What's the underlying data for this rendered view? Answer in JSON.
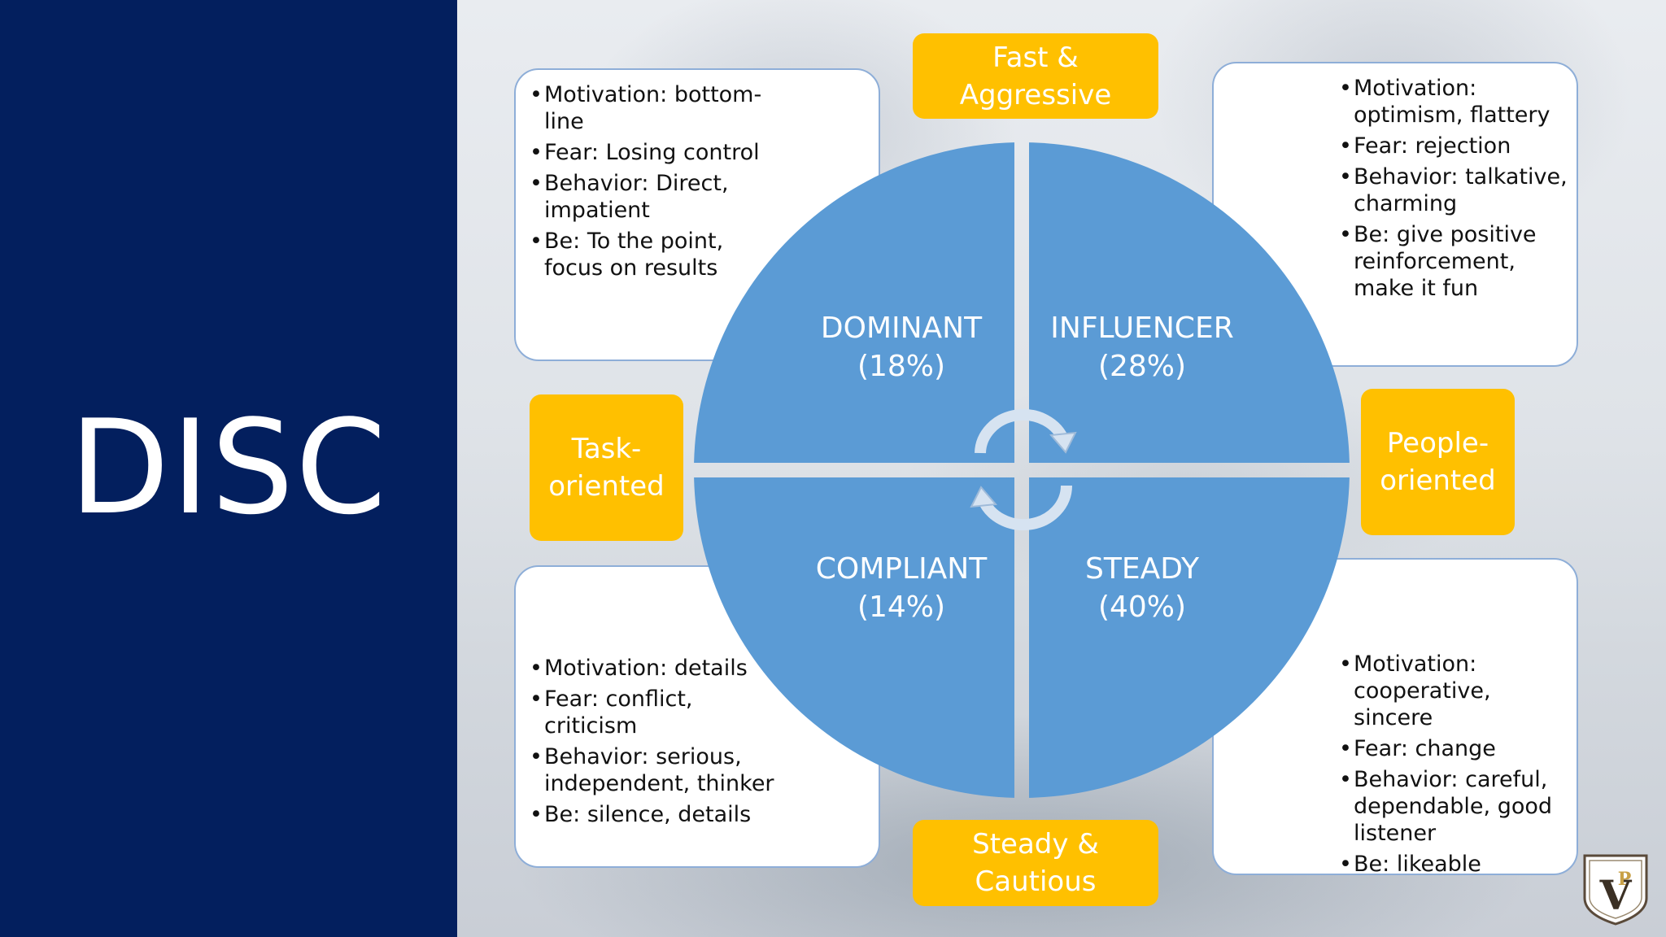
{
  "title": "DISC",
  "tags": {
    "top": "Fast &\nAggressive",
    "bottom": "Steady &\nCautious",
    "left": "Task-\noriented",
    "right": "People-\noriented"
  },
  "quadrants": {
    "dominant": {
      "name": "DOMINANT",
      "pct": "(18%)"
    },
    "influencer": {
      "name": "INFLUENCER",
      "pct": "(28%)"
    },
    "compliant": {
      "name": "COMPLIANT",
      "pct": "(14%)"
    },
    "steady": {
      "name": "STEADY",
      "pct": "(40%)"
    }
  },
  "boxes": {
    "top_left": [
      "Motivation: bottom-line",
      "Fear: Losing control",
      "Behavior: Direct, impatient",
      "Be: To the point, focus on results"
    ],
    "top_right": [
      "Motivation: optimism, flattery",
      "Fear: rejection",
      "Behavior: talkative, charming",
      "Be: give positive reinforcement, make it fun"
    ],
    "bottom_left": [
      "Motivation: details",
      "Fear: conflict, criticism",
      "Behavior: serious, independent, thinker",
      "Be: silence, details"
    ],
    "bottom_right": [
      "Motivation: cooperative, sincere",
      "Fear: change",
      "Behavior: careful, dependable, good listener",
      "Be: likeable"
    ]
  },
  "logo": {
    "letters": "V",
    "accent": "P"
  },
  "colors": {
    "navy": "#031f5e",
    "quadrant": "#5b9bd5",
    "tag": "#ffc000",
    "box_border": "#8eaed8"
  }
}
